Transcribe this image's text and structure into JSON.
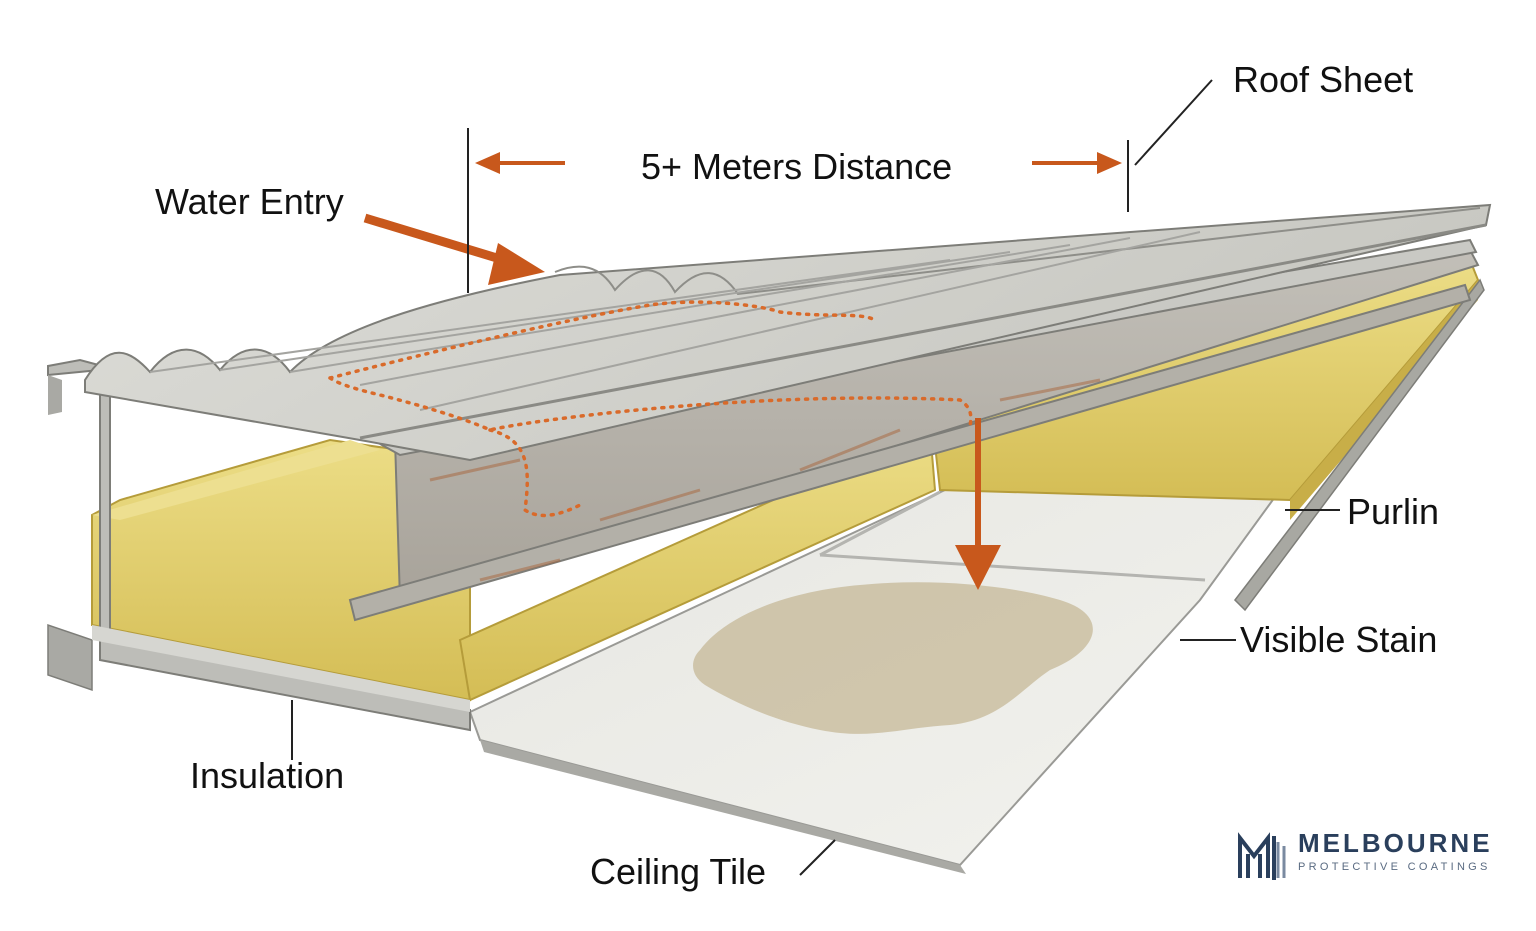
{
  "labels": {
    "roof_sheet": "Roof Sheet",
    "distance": "5+ Meters Distance",
    "water_entry": "Water Entry",
    "purlin": "Purlin",
    "visible_stain": "Visible Stain",
    "insulation": "Insulation",
    "ceiling_tile": "Ceiling Tile"
  },
  "logo": {
    "name": "MELBOURNE",
    "tagline": "PROTECTIVE COATINGS"
  },
  "colors": {
    "arrow": "#c8581c",
    "insulation": "#e2cf6a",
    "steel": "#c9c9c4",
    "stain": "#b8a67a",
    "logo": "#2a3f5c"
  }
}
